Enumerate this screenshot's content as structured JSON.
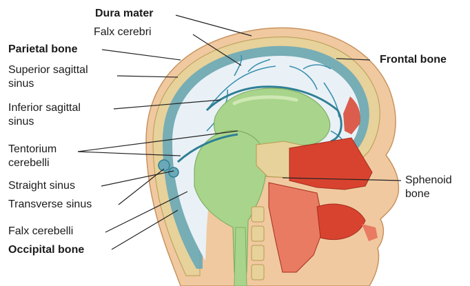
{
  "labels": {
    "dura_mater": "Dura mater",
    "falx_cerebri": "Falx cerebri",
    "parietal_bone": "Parietal bone",
    "superior_sagittal_sinus_line1": "Superior sagittal",
    "superior_sagittal_sinus_line2": "sinus",
    "inferior_sagittal_sinus_line1": "Inferior sagittal",
    "inferior_sagittal_sinus_line2": "sinus",
    "tentorium_cerebelli_line1": "Tentorium",
    "tentorium_cerebelli_line2": "cerebelli",
    "straight_sinus": "Straight sinus",
    "transverse_sinus": "Transverse sinus",
    "falx_cerebelli": "Falx cerebelli",
    "occipital_bone": "Occipital bone",
    "frontal_bone": "Frontal bone",
    "sphenoid_bone_line1": "Sphenoid",
    "sphenoid_bone_line2": "bone"
  },
  "colors": {
    "skin": "#f0c9a0",
    "skin_outline": "#c8925f",
    "bone": "#e6d29a",
    "dura": "#6aa9b8",
    "dura_dark": "#2f7f95",
    "brain": "#a9d48c",
    "brain_light": "#cfe8b3",
    "cavity": "#e9f1f6",
    "vessel": "#3b8fae",
    "muscle": "#d8432f",
    "muscle_light": "#e97b63",
    "leader": "#222222"
  }
}
